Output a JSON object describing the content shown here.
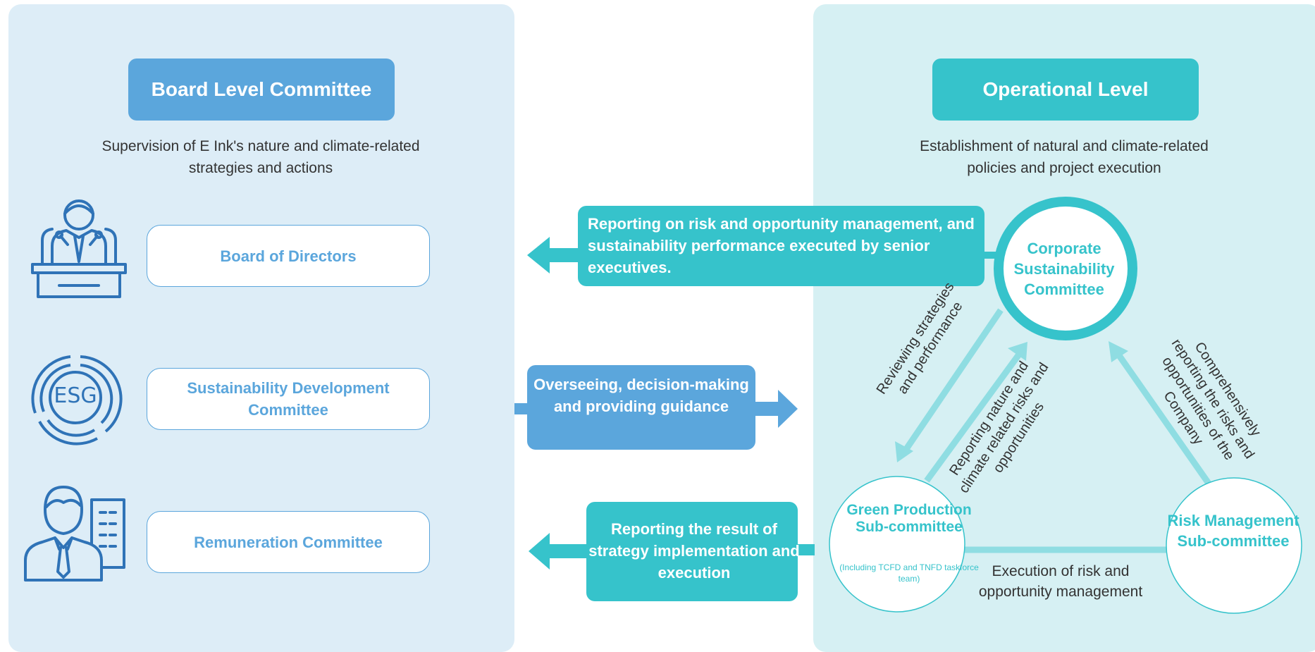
{
  "board_section": {
    "title": "Board Level Committee",
    "description": "Supervision of E Ink's nature and climate-related strategies and actions",
    "committees": [
      {
        "label": "Board of Directors",
        "icon": "board-speaker-icon"
      },
      {
        "label": "Sustainability Development Committee",
        "icon": "esg-icon"
      },
      {
        "label": "Remuneration Committee",
        "icon": "businessman-icon"
      }
    ],
    "esg_icon_text": "ESG"
  },
  "operational_section": {
    "title": "Operational Level",
    "description": "Establishment of natural and climate-related policies and project execution",
    "corporate_committee": "Corporate Sustainability Committee",
    "green_committee": "Green Production Sub-committee",
    "green_committee_note": "(Including TCFD and TNFD taskforce team)",
    "risk_committee": "Risk Management Sub-committee"
  },
  "flows": {
    "report_to_board": "Reporting on risk and opportunity management, and sustainability performance executed by senior executives.",
    "overseeing": "Overseeing, decision-making and providing guidance",
    "report_result": "Reporting the result of strategy implementation and execution",
    "reviewing": "Reviewing strategies and performance",
    "reporting_nature": "Reporting nature and climate related risks and opportunities",
    "comprehensive": "Comprehensively reporting the risks and opportunities of the Company",
    "execution": "Execution of risk and opportunity management"
  },
  "colors": {
    "blue": "#5ba6dc",
    "teal": "#36c3cb",
    "light_teal": "#8fdde2",
    "left_bg": "#ddedf7",
    "right_bg": "#d6f0f3"
  }
}
